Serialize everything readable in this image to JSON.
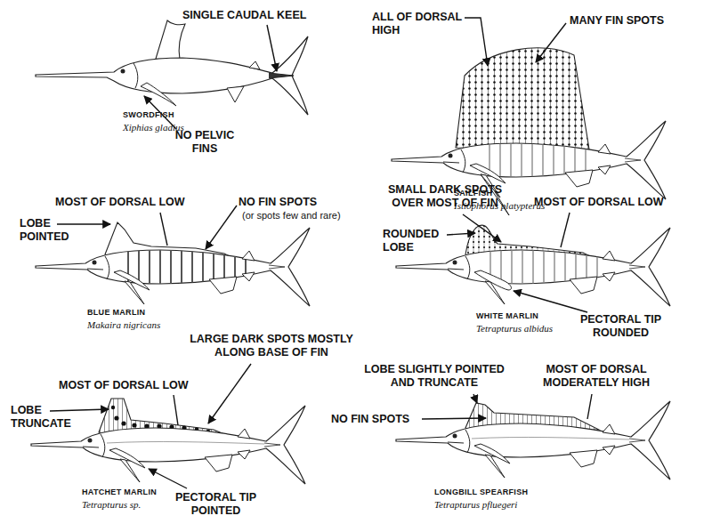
{
  "diagram": {
    "labels": [
      "SINGLE CAUDAL KEEL",
      "NO PELVIC FINS",
      "SWORDFISH",
      "Xiphias gladius",
      "ALL OF DORSAL HIGH",
      "MANY FIN SPOTS",
      "SAILFISH",
      "Istiophorus platypterus",
      "MOST OF DORSAL LOW",
      "LOBE POINTED",
      "NO FIN SPOTS",
      "(or spots few and rare)",
      "BLUE MARLIN",
      "Makaira nigricans",
      "SMALL DARK SPOTS OVER MOST OF FIN",
      "MOST OF DORSAL LOW",
      "ROUNDED LOBE",
      "WHITE MARLIN",
      "Tetrapturus albidus",
      "PECTORAL TIP ROUNDED",
      "LARGE DARK SPOTS MOSTLY ALONG BASE OF FIN",
      "MOST OF DORSAL LOW",
      "LOBE TRUNCATE",
      "HATCHET MARLIN",
      "Tetrapturus sp.",
      "PECTORAL TIP POINTED",
      "LOBE SLIGHTLY POINTED AND TRUNCATE",
      "MOST OF DORSAL MODERATELY HIGH",
      "NO FIN SPOTS",
      "LONGBILL SPEARFISH",
      "Tetrapturus pfluegeri"
    ]
  }
}
